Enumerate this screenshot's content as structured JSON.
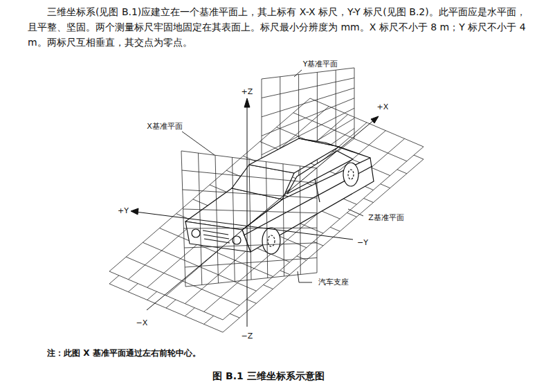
{
  "diagram": {
    "caption": "图 B.1 三维坐标系示意图",
    "labels": [
      "三维坐标系(见图 B.1)应建立在一个基准平面上，其上标有 X-X 标尺，Y-Y 标尺(见图 B.2)。此平面应是水平面，且平整、坚固。两个测量标尺牢固地固定在其表面上。标尺最小分辨度为 mm。X 标尺不小于 8 m；Y 标尺不小于 4 m。两标尺互相垂直，其交点为零点。",
      "Y基准平面",
      "+Z",
      "+X",
      "X基准平面",
      "+Y",
      "Z基准平面",
      "−Y",
      "汽车支座",
      "−X",
      "−Z",
      "注：此图 X 基准平面通过左右前轮中心。"
    ]
  }
}
